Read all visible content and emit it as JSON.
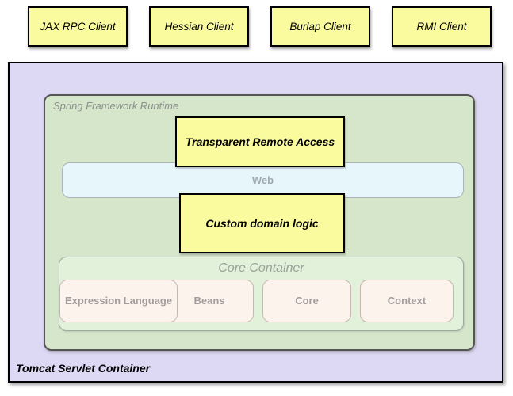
{
  "clients": [
    {
      "label": "JAX RPC Client"
    },
    {
      "label": "Hessian Client"
    },
    {
      "label": "Burlap Client"
    },
    {
      "label": "RMI Client"
    }
  ],
  "tomcat": {
    "label": "Tomcat Servlet Container"
  },
  "runtime": {
    "label": "Spring Framework Runtime"
  },
  "layers": {
    "transparent_remote_access": "Transparent Remote Access",
    "web": "Web",
    "custom_domain_logic": "Custom domain logic"
  },
  "core_container": {
    "title": "Core Container",
    "modules": [
      "Beans",
      "Core",
      "Context",
      "Expression Language"
    ]
  },
  "colors": {
    "client_box_fill": "#fafa9e",
    "tomcat_fill": "#ddd8f4",
    "runtime_fill": "#d5e6cb",
    "web_fill": "#e7f6fb",
    "core_fill": "#e1f1da",
    "module_fill": "#fcf3ed",
    "box_border": "#000000",
    "muted_text": "#9aa09a"
  }
}
